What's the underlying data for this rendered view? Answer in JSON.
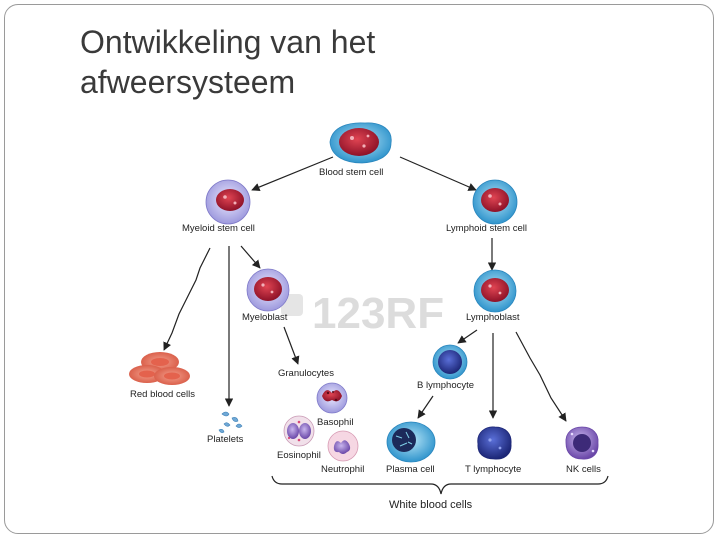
{
  "slide": {
    "title_line1": "Ontwikkeling van het",
    "title_line2": "afweersysteem"
  },
  "diagram": {
    "labels": {
      "blood_stem_cell": "Blood stem cell",
      "myeloid_stem_cell": "Myeloid stem cell",
      "lymphoid_stem_cell": "Lymphoid stem cell",
      "myeloblast": "Myeloblast",
      "lymphoblast": "Lymphoblast",
      "red_blood_cells": "Red blood cells",
      "platelets": "Platelets",
      "granulocytes": "Granulocytes",
      "basophil": "Basophil",
      "eosinophil": "Eosinophil",
      "neutrophil": "Neutrophil",
      "b_lymphocyte": "B lymphocyte",
      "plasma_cell": "Plasma cell",
      "t_lymphocyte": "T lymphocyte",
      "nk_cells": "NK cells",
      "white_blood_cells": "White blood cells"
    },
    "watermark": "123RF",
    "colors": {
      "stem_cyan": "#4fb3e0",
      "myeloid_lavender": "#b9b5e8",
      "nucleus_red": "#c0283c",
      "lymph_blue": "#2d3a9e",
      "nk_purple": "#7d58b8",
      "rbc_salmon": "#e8735e",
      "text": "#3a3a3a"
    }
  }
}
